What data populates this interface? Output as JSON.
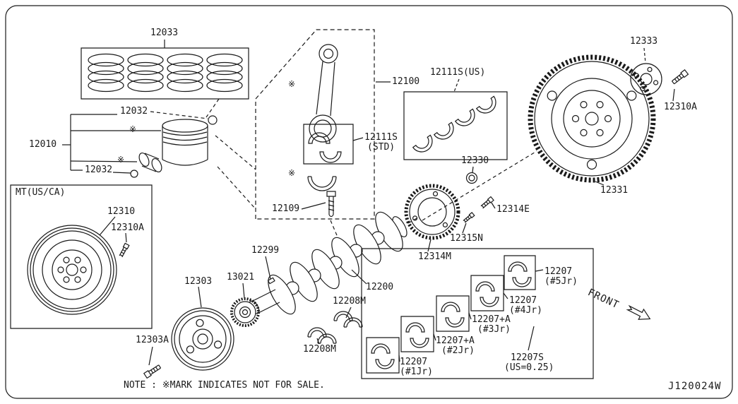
{
  "drawing": {
    "code": "J120024W",
    "note": "NOTE : ※MARK INDICATES NOT FOR SALE.",
    "front": "FRONT",
    "mark": "※"
  },
  "parts": {
    "piston_ring_set": "12033",
    "piston_pin_top": "12032",
    "piston": "12010",
    "piston_pin_bottom": "12032",
    "connecting_rod": "12100",
    "main_bearing_set_us": "12111S(US)",
    "rod_bearing": "12111S",
    "rod_bearing_sub": "(STD)",
    "drive_plate": "12333",
    "drive_plate_bolt": "12310A",
    "pilot_bush": "12330",
    "flywheel_at": "12331",
    "bolt_12314e": "12314E",
    "bolt_12315n": "12315N",
    "signal_plate": "12314M",
    "rod_bolt": "12109",
    "crank_key": "12299",
    "crank_sprocket": "13021",
    "crank_pulley": "12303",
    "pulley_bolt": "12303A",
    "mt_region": "MT(US/CA)",
    "flywheel_mt": "12310",
    "flywheel_mt_bolt": "12310A",
    "crankshaft": "12200",
    "thrust_washer_1": "12208M",
    "thrust_washer_2": "12208M",
    "bearing_j5": "12207",
    "bearing_j5_sub": "(#5Jr)",
    "bearing_j4": "12207",
    "bearing_j4_sub": "(#4Jr)",
    "bearing_j3": "12207+A",
    "bearing_j3_sub": "(#3Jr)",
    "bearing_j2": "12207+A",
    "bearing_j2_sub": "(#2Jr)",
    "bearing_j1": "12207",
    "bearing_j1_sub": "(#1Jr)",
    "bearing_set": "12207S",
    "bearing_set_sub": "(US=0.25)"
  }
}
